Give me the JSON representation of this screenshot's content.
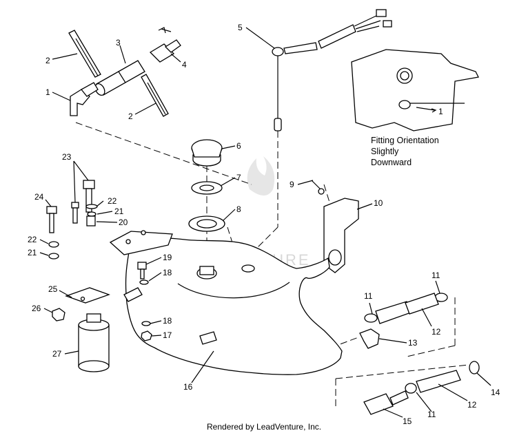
{
  "callouts": [
    "1",
    "2",
    "3",
    "4",
    "5",
    "6",
    "7",
    "8",
    "9",
    "10",
    "11",
    "12",
    "13",
    "14",
    "15",
    "16",
    "17",
    "18",
    "19",
    "20",
    "21",
    "22",
    "23",
    "24",
    "25",
    "26",
    "27"
  ],
  "inset_note": [
    "Fitting Orientation",
    "Slightly",
    "Downward"
  ],
  "inset_callout": "1",
  "watermark": "LEADVENTURE",
  "credit": "Rendered by LeadVenture, Inc."
}
